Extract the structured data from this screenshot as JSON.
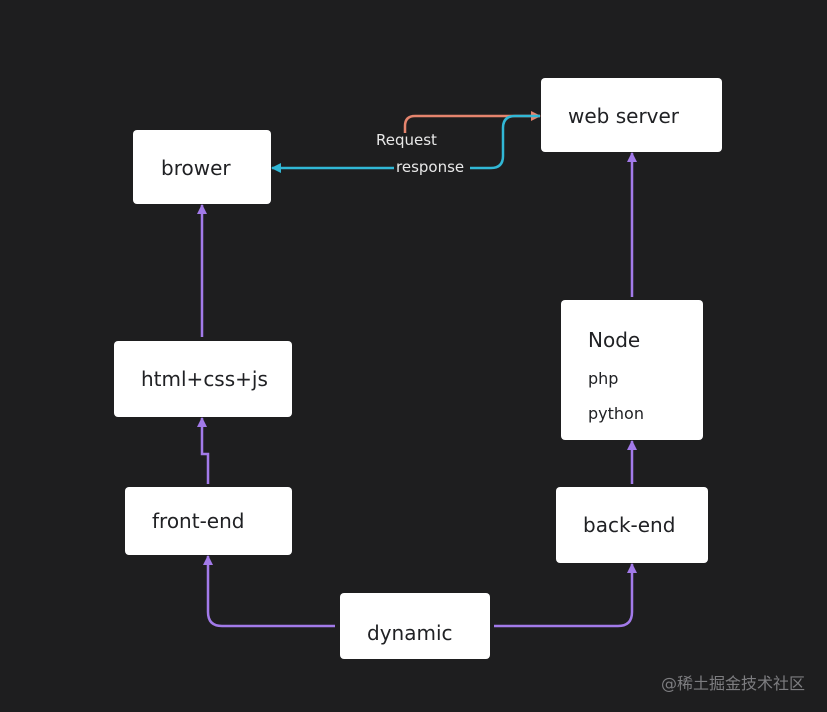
{
  "diagram": {
    "nodes": {
      "brower": "brower",
      "web_server": "web server",
      "html_css_js": "html+css+js",
      "node": "Node",
      "php": "php",
      "python": "python",
      "front_end": "front-end",
      "back_end": "back-end",
      "dynamic": "dynamic"
    },
    "edges": {
      "request": "Request",
      "response": "response"
    }
  },
  "watermark": "@稀土掘金技术社区",
  "colors": {
    "background": "#1e1e1f",
    "node_fill": "#ffffff",
    "node_text": "#202124",
    "flow_edge": "#a27ae9",
    "request_edge": "#e5846d",
    "response_edge": "#31b8d6",
    "edge_label_text": "#e8e8e8",
    "watermark_text": "#7d7d80"
  }
}
